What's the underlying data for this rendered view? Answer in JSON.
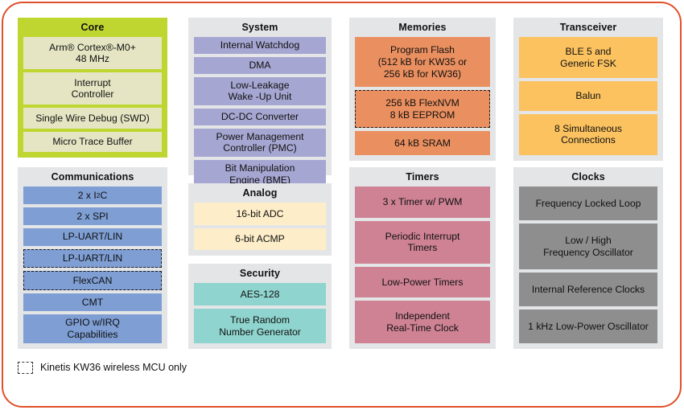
{
  "diagram": {
    "frame_color": "#e0502a",
    "legend": {
      "swatch_name": "dashed-square-swatch",
      "text": "Kinetis KW36 wireless MCU only"
    },
    "panels": [
      {
        "id": "core",
        "title": "Core",
        "panel_color": "#bed62f",
        "block_color": "#e5e5c3",
        "blocks": [
          {
            "label": "Arm® Cortex®-M0+\n48 MHz",
            "dashed": false
          },
          {
            "label": "Interrupt\nController",
            "dashed": false
          },
          {
            "label": "Single Wire Debug (SWD)",
            "dashed": false
          },
          {
            "label": "Micro Trace Buffer",
            "dashed": false
          }
        ]
      },
      {
        "id": "communications",
        "title": "Communications",
        "panel_color": "#e4e5e7",
        "block_color": "#7e9ed4",
        "blocks": [
          {
            "label": "2 x  I2C",
            "html": "2 x  I<span class=\"sup\">2</span>C",
            "dashed": false
          },
          {
            "label": "2 x  SPI",
            "dashed": false
          },
          {
            "label": "LP-UART/LIN",
            "dashed": false
          },
          {
            "label": "LP-UART/LIN",
            "dashed": true
          },
          {
            "label": "FlexCAN",
            "dashed": true
          },
          {
            "label": "CMT",
            "dashed": false
          },
          {
            "label": "GPIO w/IRQ\nCapabilities",
            "dashed": false
          }
        ]
      },
      {
        "id": "system",
        "title": "System",
        "panel_color": "#e4e5e7",
        "block_color": "#a6a6d2",
        "blocks": [
          {
            "label": "Internal Watchdog",
            "dashed": false
          },
          {
            "label": "DMA",
            "dashed": false
          },
          {
            "label": "Low-Leakage\nWake -Up Unit",
            "dashed": false
          },
          {
            "label": "DC-DC Converter",
            "dashed": false
          },
          {
            "label": "Power Management\nController (PMC)",
            "dashed": false
          },
          {
            "label": "Bit Manipulation\nEngine (BME)",
            "dashed": false
          }
        ]
      },
      {
        "id": "analog",
        "title": "Analog",
        "panel_color": "#e4e5e7",
        "block_color": "#fdedc8",
        "blocks": [
          {
            "label": "16-bit ADC",
            "dashed": false
          },
          {
            "label": "6-bit ACMP",
            "dashed": false
          }
        ]
      },
      {
        "id": "security",
        "title": "Security",
        "panel_color": "#e4e5e7",
        "block_color": "#8fd4ce",
        "blocks": [
          {
            "label": "AES-128",
            "dashed": false
          },
          {
            "label": "True Random\nNumber Generator",
            "dashed": false
          }
        ]
      },
      {
        "id": "memories",
        "title": "Memories",
        "panel_color": "#e4e5e7",
        "block_color": "#ea8f5f",
        "blocks": [
          {
            "label": "Program Flash\n(512 kB for KW35 or\n256 kB for KW36)",
            "dashed": false
          },
          {
            "label": "256 kB FlexNVM\n8 kB EEPROM",
            "dashed": true
          },
          {
            "label": "64 kB SRAM",
            "dashed": false
          }
        ]
      },
      {
        "id": "timers",
        "title": "Timers",
        "panel_color": "#e4e5e7",
        "block_color": "#ce8294",
        "blocks": [
          {
            "label": "3 x Timer w/ PWM",
            "dashed": false
          },
          {
            "label": "Periodic Interrupt\nTimers",
            "dashed": false
          },
          {
            "label": "Low-Power Timers",
            "dashed": false
          },
          {
            "label": "Independent\nReal-Time Clock",
            "dashed": false
          }
        ]
      },
      {
        "id": "transceiver",
        "title": "Transceiver",
        "panel_color": "#e4e5e7",
        "block_color": "#fbc25f",
        "blocks": [
          {
            "label": "BLE 5 and\nGeneric FSK",
            "dashed": false
          },
          {
            "label": "Balun",
            "dashed": false
          },
          {
            "label": "8 Simultaneous\nConnections",
            "dashed": false
          }
        ]
      },
      {
        "id": "clocks",
        "title": "Clocks",
        "panel_color": "#e4e5e7",
        "block_color": "#8e8e8e",
        "blocks": [
          {
            "label": "Frequency Locked Loop",
            "dashed": false
          },
          {
            "label": "Low / High\nFrequency Oscillator",
            "dashed": false
          },
          {
            "label": "Internal Reference Clocks",
            "dashed": false
          },
          {
            "label": "1 kHz Low-Power Oscillator",
            "dashed": false
          }
        ]
      }
    ]
  }
}
